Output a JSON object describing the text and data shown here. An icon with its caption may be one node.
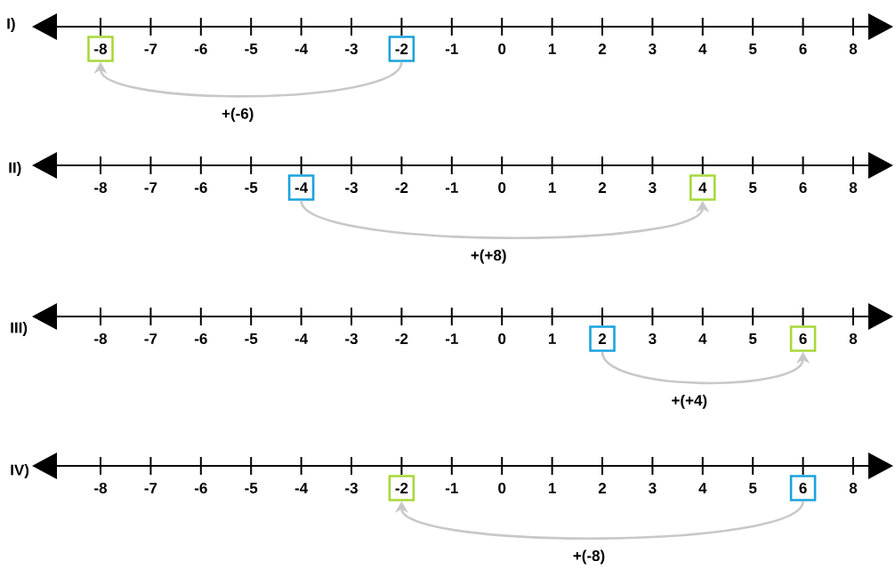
{
  "diagram": {
    "nodes": [
      {
        "text": [
          "-8"
        ]
      },
      {
        "text": [
          "-2"
        ]
      },
      {
        "text": [
          "-4"
        ]
      },
      {
        "text": [
          "4"
        ]
      },
      {
        "text": [
          "2"
        ]
      },
      {
        "text": [
          "6"
        ]
      },
      {
        "text": [
          "-2"
        ]
      },
      {
        "text": [
          "6"
        ]
      }
    ],
    "edges": [
      {
        "from": 1,
        "to": 0,
        "arrow": "to",
        "label": "+(-6)"
      },
      {
        "from": 2,
        "to": 3,
        "arrow": "to",
        "label": "+(+8)"
      },
      {
        "from": 4,
        "to": 5,
        "arrow": "to",
        "label": "+(+4)"
      },
      {
        "from": 7,
        "to": 6,
        "arrow": "to",
        "label": "+(-8)"
      }
    ],
    "labels": [
      "I)",
      "-7",
      "-6",
      "-5",
      "-4",
      "-3",
      "-1",
      "0",
      "1",
      "2",
      "3",
      "4",
      "5",
      "6",
      "8",
      "II)",
      "-8",
      "-7",
      "-6",
      "-5",
      "-3",
      "-2",
      "-1",
      "0",
      "1",
      "2",
      "3",
      "5",
      "6",
      "8",
      "III)",
      "-8",
      "-7",
      "-6",
      "-5",
      "-4",
      "-3",
      "-2",
      "-1",
      "0",
      "1",
      "3",
      "4",
      "5",
      "8",
      "IV)",
      "-8",
      "-7",
      "-6",
      "-5",
      "-4",
      "-3",
      "-1",
      "0",
      "1",
      "2",
      "3",
      "4",
      "5",
      "8"
    ]
  }
}
